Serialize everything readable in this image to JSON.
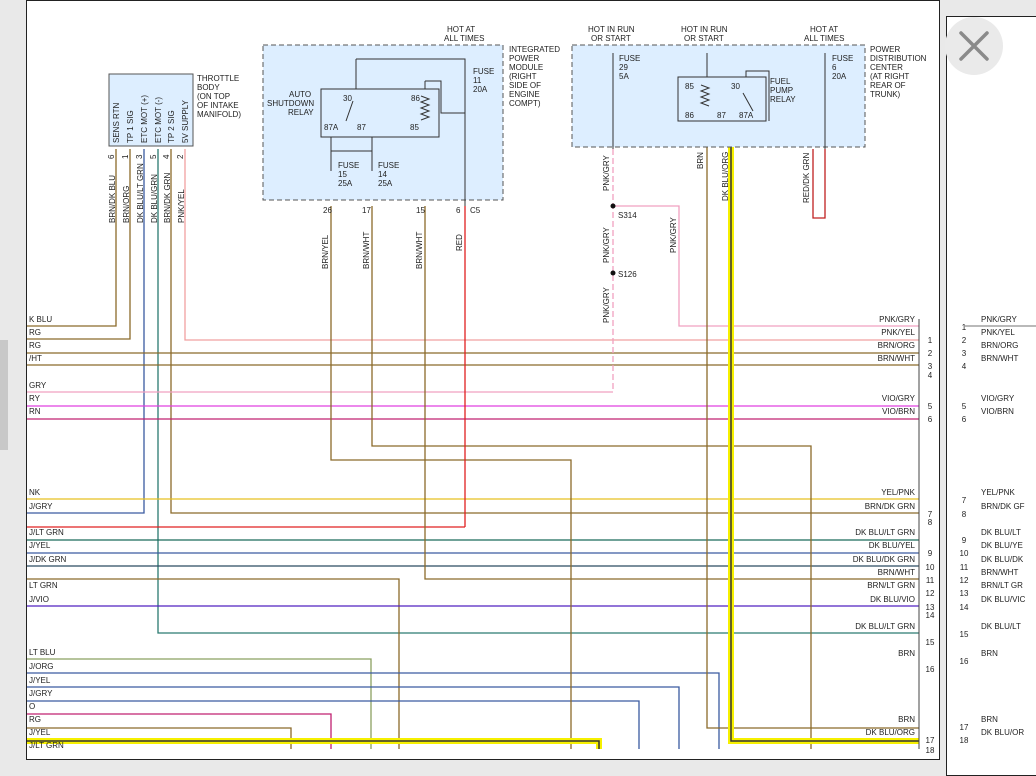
{
  "close_icon": "close-icon",
  "components": {
    "throttle_body": {
      "label": [
        "THROTTLE",
        "BODY",
        "(ON TOP",
        "OF INTAKE",
        "MANIFOLD)"
      ],
      "pins": [
        {
          "name": "SENS RTN",
          "num": "6"
        },
        {
          "name": "TP 1 SIG",
          "num": "1"
        },
        {
          "name": "ETC MOT (+)",
          "num": "3"
        },
        {
          "name": "ETC MOT (-)",
          "num": "5"
        },
        {
          "name": "TP 2 SIG",
          "num": "4"
        },
        {
          "name": "5V SUPPLY",
          "num": "2"
        }
      ],
      "wires": [
        "BRN/DK BLU",
        "BRN/ORG",
        "DK BLU/LT GRN",
        "DK BLU/GRN",
        "BRN/DK GRN",
        "PNK/YEL"
      ]
    },
    "ipm": {
      "label": [
        "INTEGRATED",
        "POWER",
        "MODULE",
        "(RIGHT",
        "SIDE OF",
        "ENGINE",
        "COMPT)"
      ],
      "hot": [
        "HOT AT",
        "ALL TIMES"
      ],
      "relay": [
        "AUTO",
        "SHUTDOWN",
        "RELAY"
      ],
      "relay_pins": {
        "p30": "30",
        "p86": "86",
        "p87a": "87A",
        "p87": "87",
        "p85": "85"
      },
      "fuse11": [
        "FUSE",
        "11",
        "20A"
      ],
      "fuse15": [
        "FUSE",
        "15",
        "25A"
      ],
      "fuse14": [
        "FUSE",
        "14",
        "25A"
      ],
      "pins": [
        "26",
        "17",
        "15",
        "6"
      ],
      "conn": "C5",
      "wires": [
        "BRN/YEL",
        "BRN/WHT",
        "BRN/WHT",
        "RED"
      ]
    },
    "pdc": {
      "label": [
        "POWER",
        "DISTRIBUTION",
        "CENTER",
        "(AT RIGHT",
        "REAR OF",
        "TRUNK)"
      ],
      "hot1": [
        "HOT IN RUN",
        "OR START"
      ],
      "hot2": [
        "HOT IN RUN",
        "OR START"
      ],
      "hot3": [
        "HOT AT",
        "ALL TIMES"
      ],
      "fuse29": [
        "FUSE",
        "29",
        "5A"
      ],
      "fuse6": [
        "FUSE",
        "6",
        "20A"
      ],
      "relay": [
        "FUEL",
        "PUMP",
        "RELAY"
      ],
      "relay_pins": {
        "p85": "85",
        "p30": "30",
        "p86": "86",
        "p87": "87",
        "p87a": "87A"
      },
      "wires": [
        "PNK/GRY",
        "BRN",
        "DK BLU/ORG",
        "RED/DK GRN"
      ]
    },
    "splices": {
      "s314": "S314",
      "s126": "S126",
      "w_above": "PNK/GRY",
      "w_mid": "PNK/GRY",
      "w_right": "PNK/GRY",
      "w_below": "PNK/GRY"
    }
  },
  "left_labels": [
    "K BLU",
    "RG",
    "RG",
    "/HT",
    "GRY",
    "RY",
    "RN",
    "NK",
    "J/GRY",
    "J/LT GRN",
    "J/YEL",
    "J/DK GRN",
    "LT GRN",
    "J/VIO",
    "LT BLU",
    "J/ORG",
    "J/YEL",
    "J/GRY",
    "O",
    "RG",
    "J/YEL",
    "J/LT GRN"
  ],
  "connector_rows": [
    {
      "pin": "",
      "label": "PNK/GRY"
    },
    {
      "pin": "1",
      "label": "PNK/YEL"
    },
    {
      "pin": "2",
      "label": "BRN/ORG"
    },
    {
      "pin": "3",
      "label": "BRN/WHT"
    },
    {
      "pin": "4",
      "label": ""
    },
    {
      "pin": "5",
      "label": "VIO/GRY"
    },
    {
      "pin": "6",
      "label": "VIO/BRN"
    },
    {
      "pin": "",
      "label": "YEL/PNK"
    },
    {
      "pin": "7",
      "label": "BRN/DK GRN"
    },
    {
      "pin": "8",
      "label": ""
    },
    {
      "pin": "",
      "label": "DK BLU/LT GRN"
    },
    {
      "pin": "9",
      "label": "DK BLU/YEL"
    },
    {
      "pin": "10",
      "label": "DK BLU/DK GRN"
    },
    {
      "pin": "11",
      "label": "BRN/WHT"
    },
    {
      "pin": "12",
      "label": "BRN/LT GRN"
    },
    {
      "pin": "13",
      "label": "DK BLU/VIO"
    },
    {
      "pin": "14",
      "label": ""
    },
    {
      "pin": "",
      "label": "DK BLU/LT GRN"
    },
    {
      "pin": "15",
      "label": ""
    },
    {
      "pin": "",
      "label": "BRN"
    },
    {
      "pin": "16",
      "label": ""
    },
    {
      "pin": "",
      "label": "BRN"
    },
    {
      "pin": "17",
      "label": "DK BLU/ORG"
    },
    {
      "pin": "18",
      "label": ""
    }
  ],
  "next_page_rows": [
    {
      "pin": "1",
      "label": "PNK/GRY"
    },
    {
      "pin": "2",
      "label": "PNK/YEL"
    },
    {
      "pin": "3",
      "label": "BRN/ORG"
    },
    {
      "pin": "4",
      "label": "BRN/WHT"
    },
    {
      "pin": "5",
      "label": "VIO/GRY"
    },
    {
      "pin": "6",
      "label": "VIO/BRN"
    },
    {
      "pin": "7",
      "label": "YEL/PNK"
    },
    {
      "pin": "8",
      "label": "BRN/DK GF"
    },
    {
      "pin": "9",
      "label": "DK BLU/LT"
    },
    {
      "pin": "10",
      "label": "DK BLU/YE"
    },
    {
      "pin": "11",
      "label": "DK BLU/DK"
    },
    {
      "pin": "12",
      "label": "BRN/WHT"
    },
    {
      "pin": "13",
      "label": "BRN/LT GR"
    },
    {
      "pin": "14",
      "label": "DK BLU/VIC"
    },
    {
      "pin": "15",
      "label": "DK BLU/LT"
    },
    {
      "pin": "16",
      "label": "BRN"
    },
    {
      "pin": "17",
      "label": "BRN"
    },
    {
      "pin": "18",
      "label": "DK BLU/OR"
    }
  ]
}
